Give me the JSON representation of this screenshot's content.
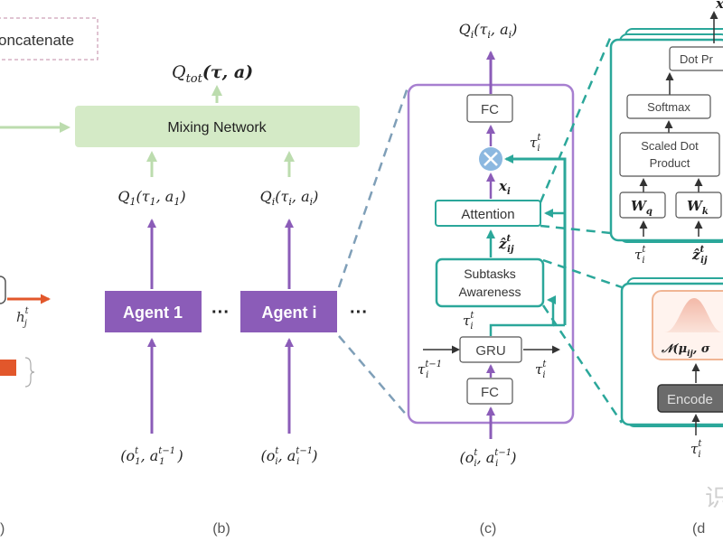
{
  "panel_a": {
    "concat_label": "oncatenate",
    "h_label": "h",
    "h_sup": "t",
    "h_sub": "j",
    "caption": ")"
  },
  "panel_b": {
    "qtot_label": "Q",
    "qtot_sub": "tot",
    "qtot_args": "(τ, a)",
    "mixing_label": "Mixing Network",
    "q1_label": "Q",
    "q1_sub": "1",
    "q1_args": "(τ",
    "q1_args_sub": "1",
    "q1_args2": ", a",
    "q1_args2_sub": "1",
    "q1_close": ")",
    "qi_label": "Q",
    "qi_sub": "i",
    "qi_args": "(τ",
    "qi_args_sub": "i",
    "qi_args2": ", a",
    "qi_args2_sub": "i",
    "qi_close": ")",
    "agent1_label": "Agent 1",
    "agenti_label": "Agent i",
    "dots": "···",
    "obs1": "(o",
    "obs1_sup": "t",
    "obs1_sub": "1",
    "obs1_mid": ", a",
    "obs1_sup2": "t−1",
    "obs1_sub2": "1",
    "obs1_close": ")",
    "obsi": "(o",
    "obsi_sup": "t",
    "obsi_sub": "i",
    "obsi_mid": ", a",
    "obsi_sup2": "t−1",
    "obsi_sub2": "i",
    "obsi_close": ")",
    "caption": "(b)"
  },
  "panel_c": {
    "q_top": "Q",
    "q_top_sub": "i",
    "q_top_args": "(τ",
    "q_top_args_sub": "i",
    "q_top_args2": ", a",
    "q_top_args2_sub": "i",
    "q_top_close": ")",
    "fc_top": "FC",
    "tau_right": "τ",
    "tau_right_sup": "t",
    "tau_right_sub": "i",
    "x_label": "x",
    "x_sub": "i",
    "attention": "Attention",
    "z_label": "ẑ",
    "z_sup": "t",
    "z_sub": "ij",
    "subtasks_line1": "Subtasks",
    "subtasks_line2": "Awareness",
    "tau_mid": "τ",
    "tau_mid_sup": "t",
    "tau_mid_sub": "i",
    "gru": "GRU",
    "tau_in": "τ",
    "tau_in_sup": "t−1",
    "tau_in_sub": "i",
    "tau_out": "τ",
    "tau_out_sup": "t",
    "tau_out_sub": "i",
    "fc_bottom": "FC",
    "obs": "(o",
    "obs_sup": "t",
    "obs_sub": "i",
    "obs_mid": ", a",
    "obs_sup2": "t−1",
    "obs_sub2": "i",
    "obs_close": ")",
    "caption": "(c)"
  },
  "panel_d": {
    "x_top": "x",
    "dot_product": "Dot Pr",
    "softmax": "Softmax",
    "scaled_line1": "Scaled Dot",
    "scaled_line2": "Product",
    "wq": "W",
    "wq_sub": "q",
    "wk": "W",
    "wk_sub": "k",
    "tau": "τ",
    "tau_sup": "t",
    "tau_sub": "i",
    "z": "ẑ",
    "z_sup": "t",
    "z_sub": "ij",
    "normal": "𝒩(μ",
    "normal_sub": "ij",
    "normal_tail": ", σ",
    "encoder": "Encode",
    "tau_bottom": "τ",
    "tau_bottom_sup": "t",
    "tau_bottom_sub": "i",
    "caption": "(d"
  },
  "watermark": "识",
  "colors": {
    "purple": "#8b5cb8",
    "purple_light": "#a77fd0",
    "teal": "#2ba79a",
    "teal_light": "#4dbfb3",
    "green_fill": "#d4eac6",
    "green_arrow": "#bcdcae",
    "orange": "#e2572b",
    "node_blue": "#8cb8e0",
    "gray_text": "#444444"
  }
}
